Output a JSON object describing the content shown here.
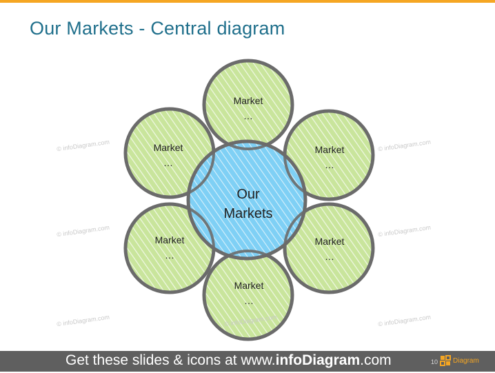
{
  "slide": {
    "title": "Our Markets - Central diagram"
  },
  "diagram": {
    "center": {
      "line1": "Our",
      "line2": "Markets"
    },
    "markets": [
      {
        "line1": "Market",
        "line2": "…"
      },
      {
        "line1": "Market",
        "line2": "…"
      },
      {
        "line1": "Market",
        "line2": "…"
      },
      {
        "line1": "Market",
        "line2": "…"
      },
      {
        "line1": "Market",
        "line2": "…"
      },
      {
        "line1": "Market",
        "line2": "…"
      }
    ]
  },
  "watermark": "© infoDiagram.com",
  "footer": {
    "prefix": "Get these slides & icons at www.",
    "brand": "infoDiagram",
    "suffix": ".com",
    "page": "10"
  },
  "logo": {
    "text": "Diagram"
  },
  "colors": {
    "accent": "#f5a623",
    "title": "#1f6f8b",
    "green_fill": "#c8e59a",
    "blue_fill": "#7ecff5",
    "ring": "#6b6b6b",
    "footer_bg": "#5f5f5f"
  }
}
